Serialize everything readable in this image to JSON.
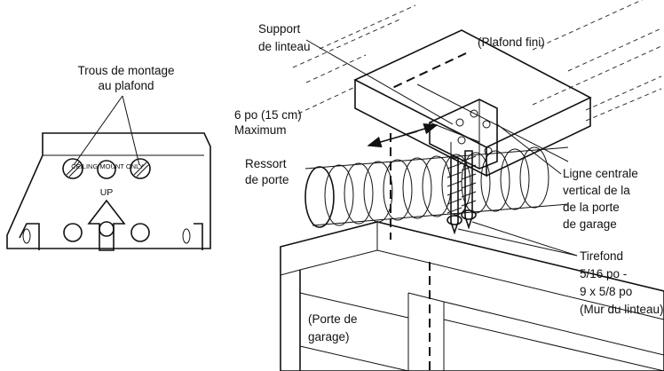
{
  "labels": {
    "mounting_holes": [
      "Trous de montage",
      "au plafond"
    ],
    "ceiling_mount_only": "CEILING MOUNT ONLY",
    "up": "UP",
    "bracket": [
      "Support",
      "de linteau"
    ],
    "finished_ceiling": "(Plafond fini)",
    "max_distance": [
      "6 po (15 cm)",
      "Maximum"
    ],
    "spring": [
      "Ressort",
      "de porte"
    ],
    "centerline": [
      "Ligne centrale",
      "vertical de la",
      "de la porte",
      "de garage"
    ],
    "lag_screw": [
      "Tirefond",
      "5/16 po -",
      "9 x 5/8 po",
      "(Mur du linteau)"
    ],
    "garage_door": [
      "(Porte de",
      "garage)"
    ]
  }
}
